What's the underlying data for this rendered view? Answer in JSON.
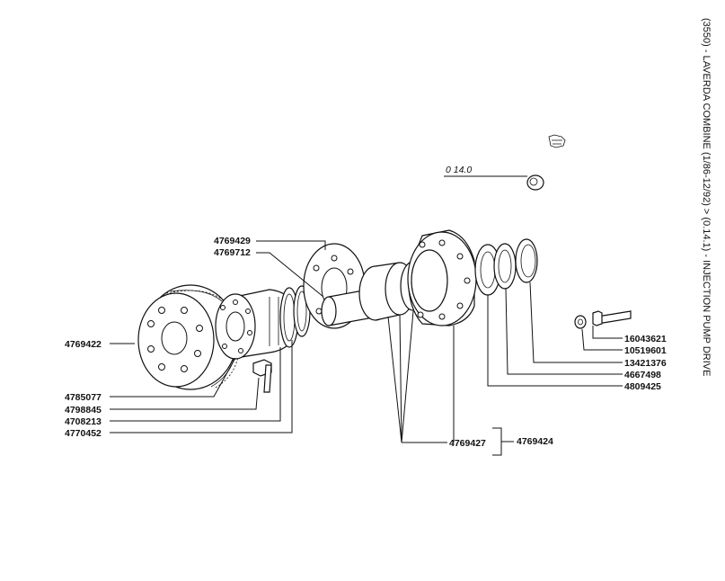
{
  "title": "(3550) - LAVERDA COMBINE (1/86-12/92) > (0.14.1) - INJECTION PUMP DRIVE",
  "reference_label": "0 14.0",
  "parts": [
    {
      "id": "p4769429",
      "number": "4769429"
    },
    {
      "id": "p4769712",
      "number": "4769712"
    },
    {
      "id": "p4769422",
      "number": "4769422"
    },
    {
      "id": "p4785077",
      "number": "4785077"
    },
    {
      "id": "p4798845",
      "number": "4798845"
    },
    {
      "id": "p4708213",
      "number": "4708213"
    },
    {
      "id": "p4770452",
      "number": "4770452"
    },
    {
      "id": "p4769427",
      "number": "4769427"
    },
    {
      "id": "p4769424",
      "number": "4769424"
    },
    {
      "id": "p16043621",
      "number": "16043621"
    },
    {
      "id": "p10519601",
      "number": "10519601"
    },
    {
      "id": "p13421376",
      "number": "13421376"
    },
    {
      "id": "p4667498",
      "number": "4667498"
    },
    {
      "id": "p4809425",
      "number": "4809425"
    }
  ]
}
